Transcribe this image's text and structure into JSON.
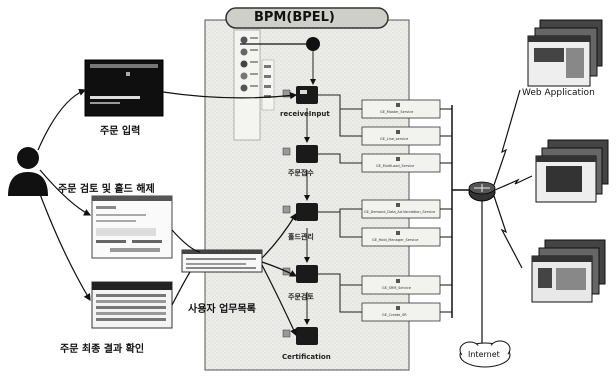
{
  "title": "BPM(BPEL)",
  "user_labels": {
    "order_input": "주문 입력",
    "order_review_hold": "주문 검토 및 홀드 해제",
    "order_final_check": "주문 최종 결과 확인",
    "user_task_list": "사용자 업무목록"
  },
  "process_steps": [
    {
      "label": "receiveInput"
    },
    {
      "label": "주문접수"
    },
    {
      "label": "홀드관리"
    },
    {
      "label": "주문검토"
    },
    {
      "label": "Certification"
    }
  ],
  "services": [
    {
      "label": "GE_Master_Service"
    },
    {
      "label": "GE_Line_service"
    },
    {
      "label": "GE_MultiLoad_Service"
    },
    {
      "label": "GE_Demand_Data_Ad.Vandation_Service"
    },
    {
      "label": "GE_Hold_Manager_Service"
    },
    {
      "label": "GE_SRM_Service"
    },
    {
      "label": "GE_Create_SR"
    }
  ],
  "right_labels": {
    "web_application": "Web Application",
    "internet": "Internet"
  },
  "colors": {
    "panel_fill": "#e9e9e4",
    "panel_stroke": "#555555",
    "line": "#111111",
    "node_dark": "#1a1a1a"
  }
}
